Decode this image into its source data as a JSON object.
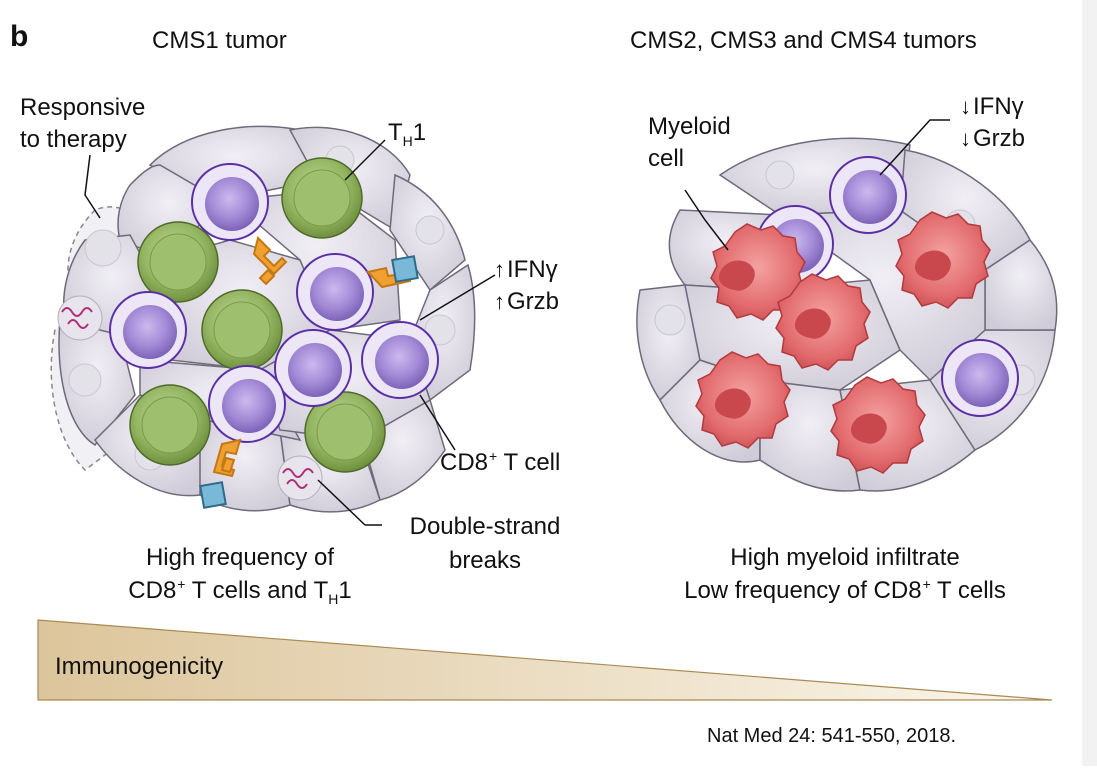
{
  "panel_label": "b",
  "left_panel": {
    "title": "CMS1 tumor",
    "responsive_label_line1": "Responsive",
    "responsive_label_line2": "to therapy",
    "th1_label_main": "T",
    "th1_label_sub": "H",
    "th1_label_tail": "1",
    "ifng_label": "IFNγ",
    "grzb_label": "Grzb",
    "cd8_label_main": "CD8",
    "cd8_label_sup": "+",
    "cd8_label_tail": " T cell",
    "dsb_label_line1": "Double-strand",
    "dsb_label_line2": "breaks",
    "caption_line1": "High frequency of",
    "caption_line2_a": "CD8",
    "caption_line2_sup": "+",
    "caption_line2_b": " T cells and T",
    "caption_line2_sub": "H",
    "caption_line2_c": "1"
  },
  "right_panel": {
    "title": "CMS2, CMS3 and CMS4 tumors",
    "myeloid_label_line1": "Myeloid",
    "myeloid_label_line2": "cell",
    "ifng_label": "IFNγ",
    "grzb_label": "Grzb",
    "caption_line1": "High myeloid infiltrate",
    "caption_line2_a": "Low frequency of CD8",
    "caption_line2_sup": "+",
    "caption_line2_b": " T cells"
  },
  "immunogenicity_label": "Immunogenicity",
  "citation": "Nat Med 24: 541-550, 2018.",
  "colors": {
    "tumor_cell_fill": "#dcd9e3",
    "tumor_cell_stroke": "#6e6a7a",
    "cd8_t_cell": "#a98fd6",
    "th1_cell": "#9dbf6e",
    "myeloid_cell": "#e07072",
    "receptor": "#f0a030",
    "antigen": "#7ab8d8",
    "dna_break": "#b0307a",
    "gradient_start": "#dfc9a0",
    "gradient_end": "#fdf9f1"
  }
}
